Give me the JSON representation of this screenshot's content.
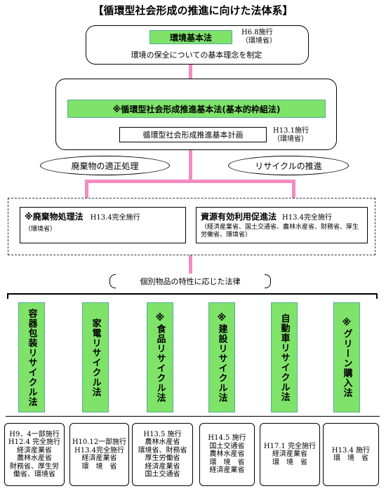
{
  "title": "【循環型社会形成の推進に向けた法体系】",
  "top_law": {
    "name": "環境基本法",
    "status_line1": "H6.8施行",
    "status_line2": "（環境省）",
    "description": "環境の保全についての基本理念を制定"
  },
  "framework_law": {
    "name": "※循環型社会形成推進基本法(基本的枠組法)",
    "plan": "循環型社会形成推進基本計画",
    "status_line1": "H13.1施行",
    "status_line2": "（環境省）"
  },
  "branches": {
    "left": "廃棄物の適正処理",
    "right": "リサイクルの推進"
  },
  "general_laws": [
    {
      "name": "※廃棄物処理法",
      "status": "H13.4完全施行",
      "ministries": "（環境省）"
    },
    {
      "name": "資源有効利用促進法",
      "status": "H13.4完全施行",
      "ministries": "（経済産業省、国土交通省、農林水産省、財務省、厚生労働省、環境省）"
    }
  ],
  "individual_header": "個別物品の特性に応じた法律",
  "individual_laws": [
    {
      "name": "容器包装リサイクル法",
      "lines": [
        "H9．4一部施行",
        "H12.4 完全施行",
        "経済産業省",
        "農林水産省",
        "財務省、厚生労",
        "働省、環境省"
      ]
    },
    {
      "name": "家電リサイクル法",
      "lines": [
        "H10.12一部施行",
        "H13.4完全施行",
        "経済産業省",
        "環　境　省"
      ]
    },
    {
      "name": "※食品リサイクル法",
      "lines": [
        "H13.5 施行",
        "農林水産省",
        "環境省、財務省",
        "厚生労働省",
        "経済産業省",
        "国土交通省"
      ]
    },
    {
      "name": "※建設リサイクル法",
      "lines": [
        "H14.5 施行",
        "国土交通省",
        "農林水産省",
        "環　境　省",
        "経済産業省"
      ]
    },
    {
      "name": "自動車リサイクル法",
      "lines": [
        "H17.1 完全施行",
        "経済産業省",
        "環　境　省"
      ]
    },
    {
      "name": "※グリーン購入法",
      "lines": [
        "H13.4 施行",
        "環　境　省"
      ]
    }
  ],
  "colors": {
    "green": "#7fe36a",
    "connector_pink": "#f28bc0"
  }
}
